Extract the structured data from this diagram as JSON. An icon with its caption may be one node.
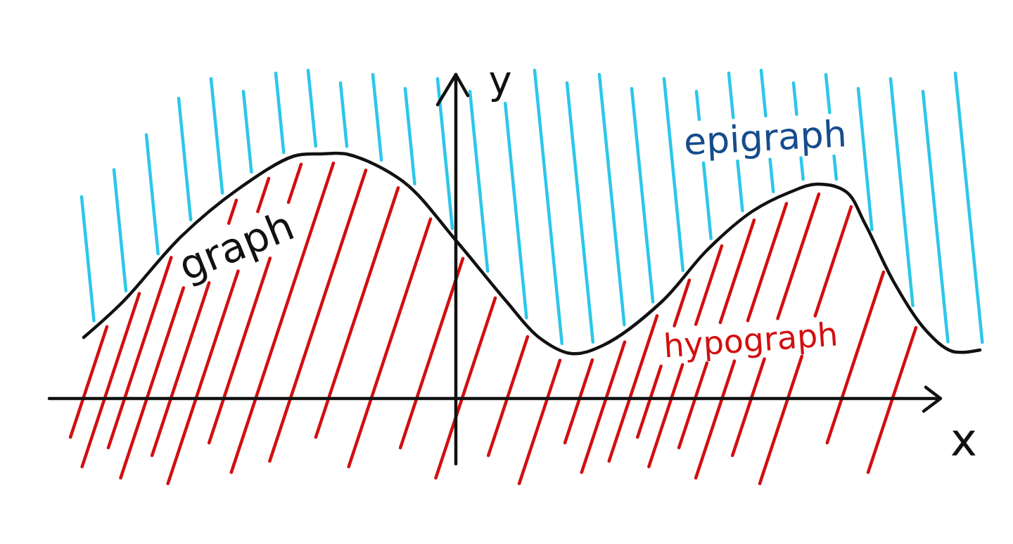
{
  "diagram": {
    "labels": [
      "y",
      "epigraph",
      "graph",
      "hypograph",
      "x"
    ]
  }
}
